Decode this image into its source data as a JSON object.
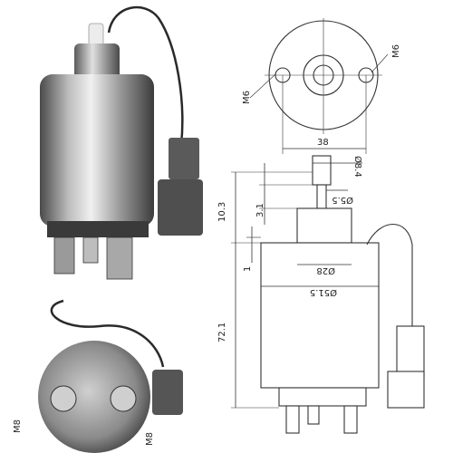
{
  "photo_top": {
    "title": "",
    "colors": {
      "metal_light": "#d9d9d9",
      "metal_dark": "#6e6e6e",
      "connector": "#5a5a5a",
      "wire": "#2a2a2a"
    }
  },
  "photo_bottom": {
    "labels": {
      "left_thread": "M8",
      "right_thread": "M8"
    }
  },
  "end_view": {
    "labels": {
      "left_thread": "M6",
      "right_thread": "M6",
      "hole_spacing": "38"
    }
  },
  "side_view": {
    "labels": {
      "plunger_dia": "Ø8.4",
      "plunger_neck_dia": "Ø5.5",
      "cap_dia": "Ø28",
      "body_dia": "Ø51.5",
      "top_height": "10.3",
      "plunger_travel": "3.1",
      "step_height": "1",
      "body_height": "72.1"
    }
  }
}
